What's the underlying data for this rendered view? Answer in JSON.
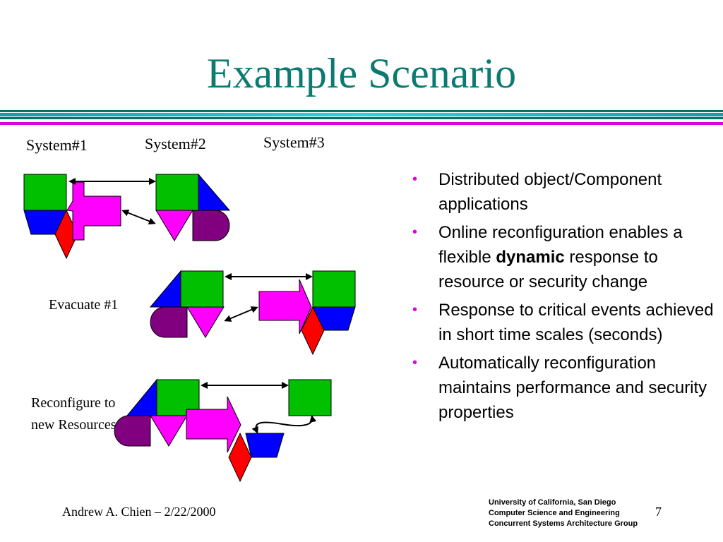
{
  "slide": {
    "title": "Example Scenario",
    "system_labels": [
      "System#1",
      "System#2",
      "System#3"
    ],
    "stage_labels": {
      "evacuate": "Evacuate #1",
      "reconfigure": "Reconfigure to new Resources"
    },
    "bullets": [
      {
        "before": "Distributed object/Component applications",
        "bold": "",
        "after": ""
      },
      {
        "before": "Online reconfiguration enables a flexible ",
        "bold": "dynamic",
        "after": " response to resource or security change"
      },
      {
        "before": "Response to critical events achieved in short time scales (seconds)",
        "bold": "",
        "after": ""
      },
      {
        "before": "Automatically reconfiguration maintains performance and security properties",
        "bold": "",
        "after": ""
      }
    ],
    "bullet_icon": "bullet-dot",
    "colors": {
      "title": "#0d7a72",
      "bullet": "#e000d8",
      "green": "#00c000",
      "blue": "#0000ff",
      "magenta": "#ff00ff",
      "red": "#ff0000",
      "purple": "#800080"
    }
  },
  "footer": {
    "author_date": "Andrew A. Chien – 2/22/2000",
    "affiliation": [
      "University of California, San Diego",
      "Computer Science and Engineering",
      "Concurrent Systems Architecture Group"
    ],
    "page_number": "7"
  }
}
